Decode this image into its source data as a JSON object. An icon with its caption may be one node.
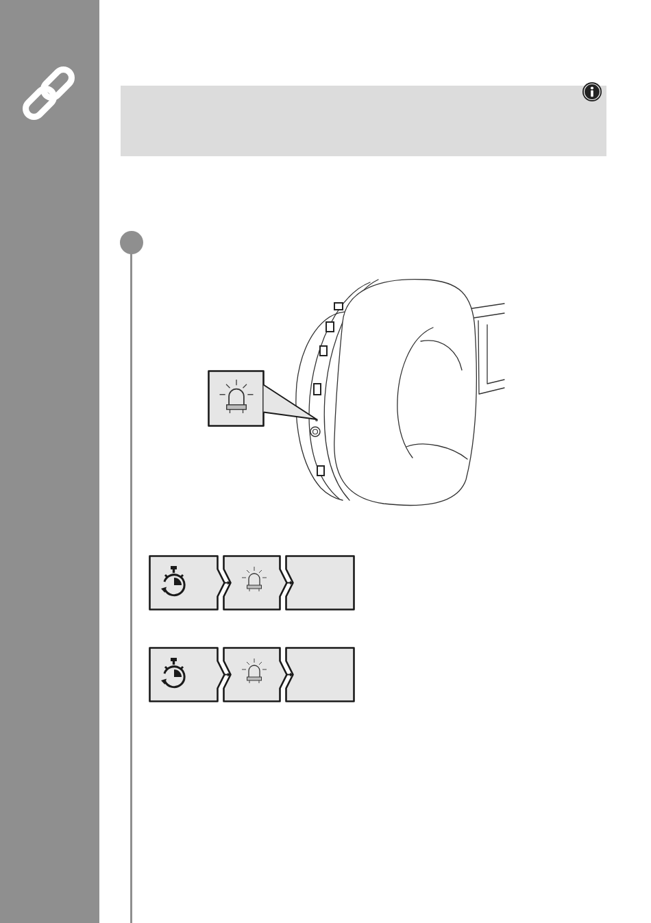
{
  "diagram": {
    "nodes": [
      {
        "text": [],
        "shape": "box"
      },
      {
        "text": [],
        "shape": "box"
      },
      {
        "text": [],
        "shape": "box"
      },
      {
        "text": [],
        "shape": "box"
      },
      {
        "text": [],
        "shape": "box"
      },
      {
        "text": [],
        "shape": "box"
      },
      {
        "text": [],
        "shape": "box"
      }
    ],
    "edges": [
      {
        "from": 0,
        "to": null,
        "arrow": "to"
      },
      {
        "from": 1,
        "to": 2,
        "arrow": "to"
      },
      {
        "from": 2,
        "to": 3,
        "arrow": "to"
      },
      {
        "from": 4,
        "to": 5,
        "arrow": "to"
      },
      {
        "from": 5,
        "to": 6,
        "arrow": "to"
      }
    ]
  }
}
